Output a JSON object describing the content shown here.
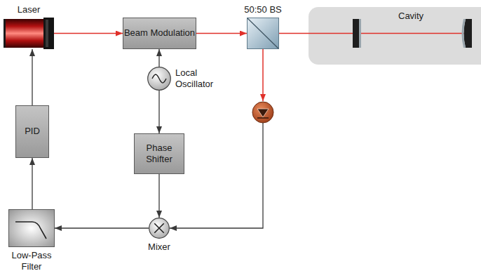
{
  "diagram": {
    "nodes": [
      {
        "text": [
          "Laser"
        ]
      },
      {
        "text": [
          "Beam Modulation"
        ]
      },
      {
        "text": [
          "50:50 BS"
        ]
      },
      {
        "text": [
          "Cavity"
        ]
      },
      {
        "text": [
          "Local Oscillator"
        ]
      },
      {
        "text": [
          "Phase Shifter"
        ]
      },
      {
        "text": [
          "Mixer"
        ]
      },
      {
        "text": [
          "Low-Pass Filter"
        ]
      },
      {
        "text": [
          "PID"
        ]
      }
    ],
    "edges": [
      {
        "from": 0,
        "to": 1,
        "arrow": "to"
      },
      {
        "from": 1,
        "to": 2,
        "arrow": "to"
      },
      {
        "from": 2,
        "to": 3,
        "arrow": "none"
      },
      {
        "from": 4,
        "to": 1,
        "arrow": "to"
      },
      {
        "from": 4,
        "to": 5,
        "arrow": "to"
      },
      {
        "from": 5,
        "to": 6,
        "arrow": "to"
      },
      {
        "from": 6,
        "to": 7,
        "arrow": "to"
      },
      {
        "from": 7,
        "to": 8,
        "arrow": "to"
      },
      {
        "from": 8,
        "to": 0,
        "arrow": "to"
      }
    ]
  }
}
